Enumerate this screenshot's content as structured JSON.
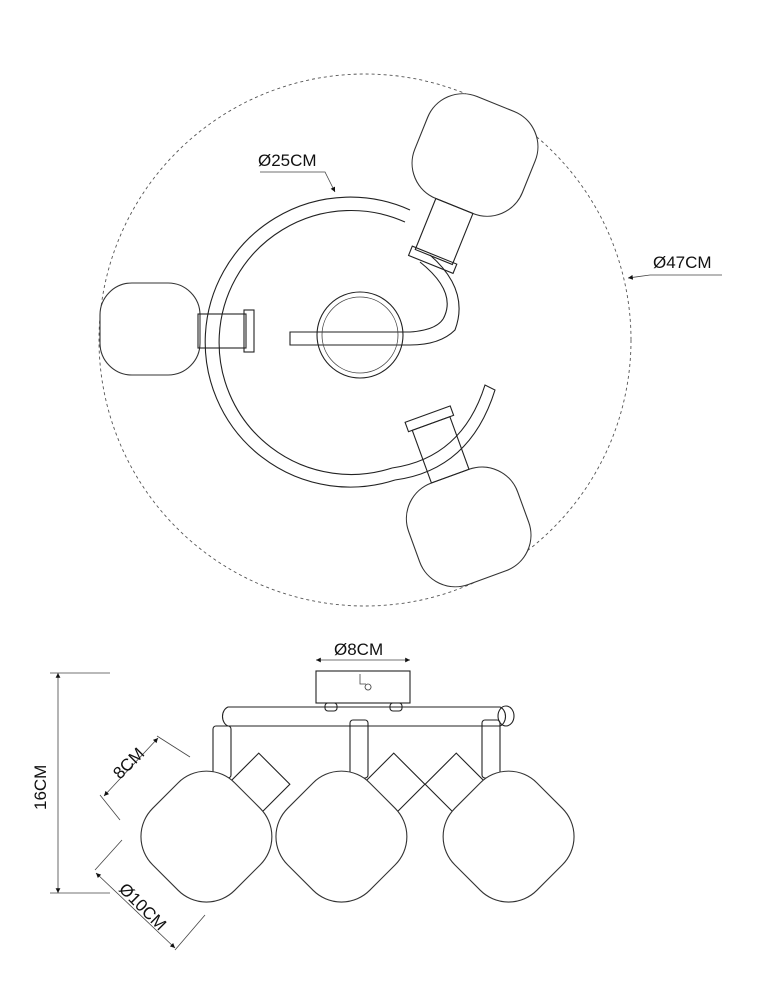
{
  "top_view": {
    "outer_diameter_label": "Ø47CM",
    "ring_diameter_label": "Ø25CM"
  },
  "side_view": {
    "canopy_diameter_label": "Ø8CM",
    "height_label": "16CM",
    "arm_length_label": "8CM",
    "shade_diameter_label": "Ø10CM"
  }
}
